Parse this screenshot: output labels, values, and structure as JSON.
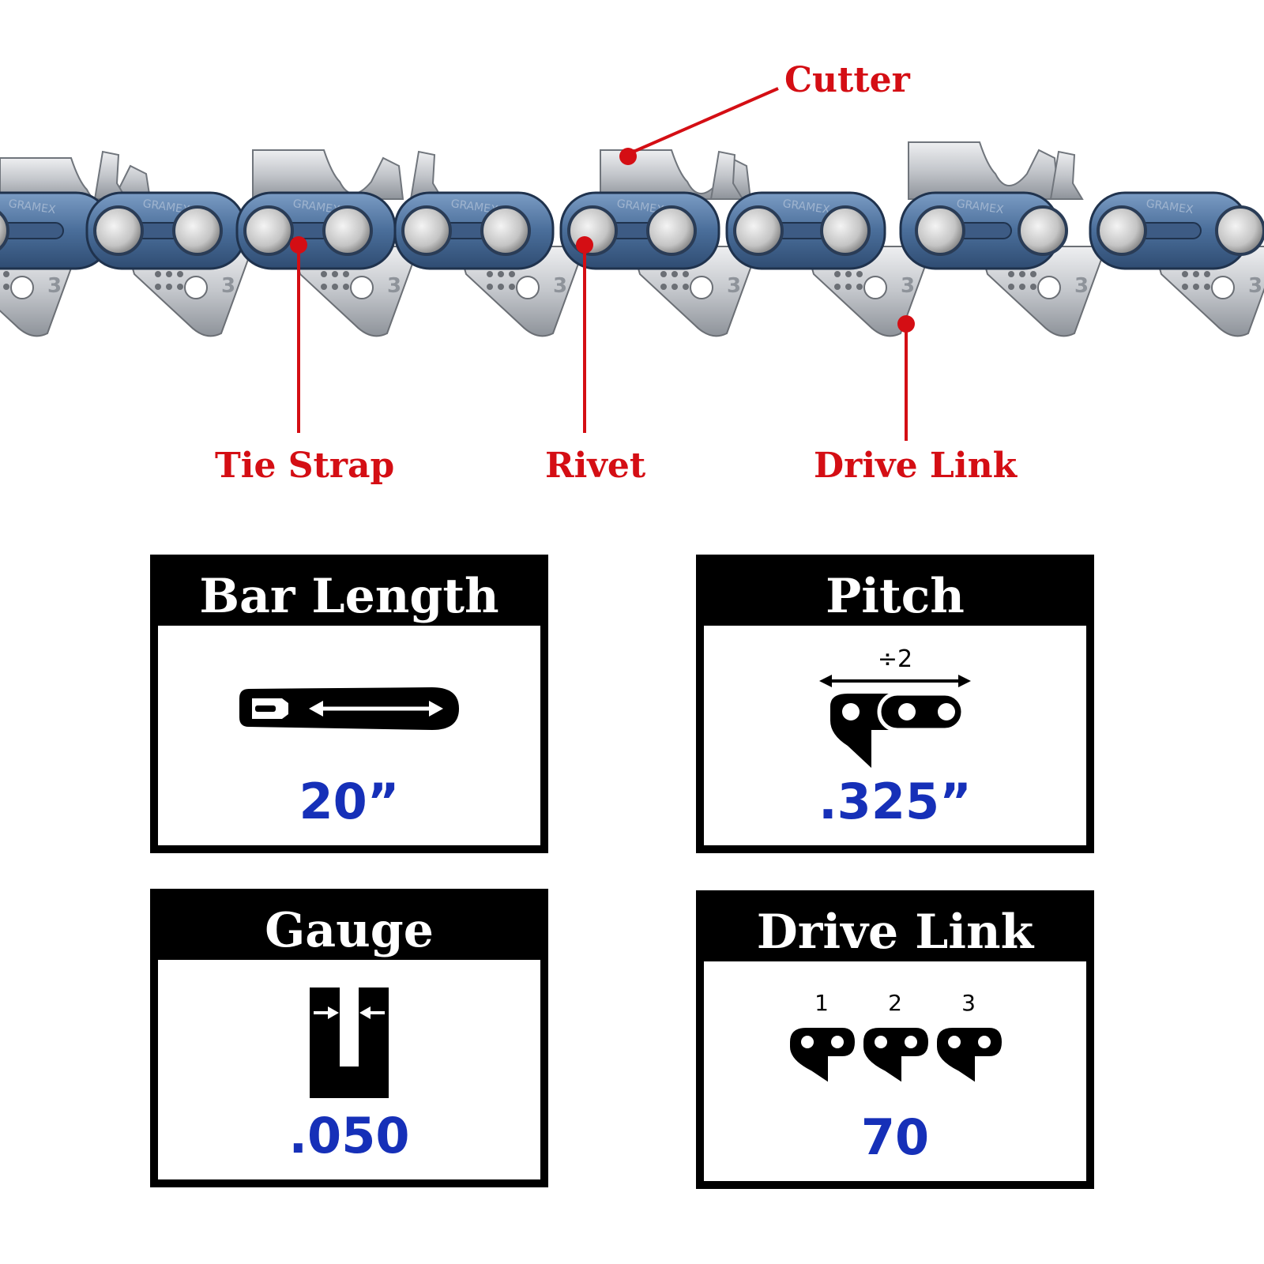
{
  "callouts": {
    "cutter": "Cutter",
    "tie_strap": "Tie Strap",
    "rivet": "Rivet",
    "drive_link": "Drive Link"
  },
  "chain": {
    "brand_stamp": "GRAMEX",
    "link_number": "3"
  },
  "specs": {
    "bar_length": {
      "title": "Bar Length",
      "value": "20”"
    },
    "pitch": {
      "title": "Pitch",
      "value": ".325”",
      "icon_note": "÷2"
    },
    "gauge": {
      "title": "Gauge",
      "value": ".050"
    },
    "drive_link": {
      "title": "Drive Link",
      "value": "70",
      "icon_numbers": [
        "1",
        "2",
        "3"
      ]
    }
  },
  "colors": {
    "callout": "#d40e14",
    "value": "#1630b8",
    "chain_blue": "#4a6e9a",
    "chain_steel": "#c9cbcf"
  },
  "icons": {
    "bar_length": "guide-bar-arrow-icon",
    "pitch": "chain-pitch-icon",
    "gauge": "gauge-slot-icon",
    "drive_link": "drive-links-icon"
  }
}
